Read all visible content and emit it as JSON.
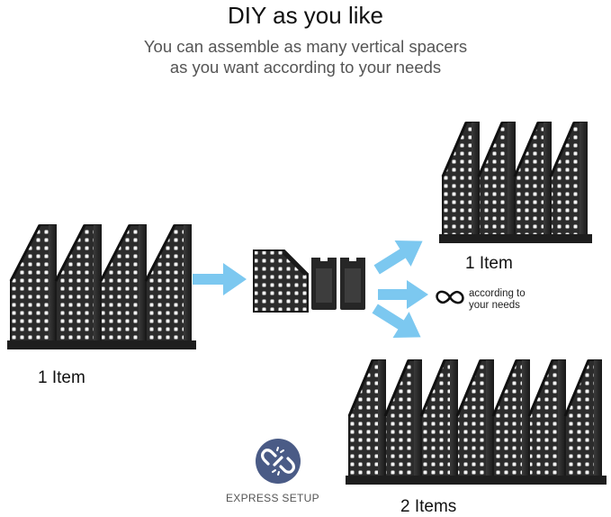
{
  "header": {
    "title": "DIY as you like",
    "subtitle_line1": "You can assemble as many vertical spacers",
    "subtitle_line2": "as you want according to your needs"
  },
  "labels": {
    "left_item": "1 Item",
    "top_right_item": "1 Item",
    "bottom_right_items": "2 Items",
    "infinity_line1": "according to",
    "infinity_line2": "your needs"
  },
  "badge": {
    "icon": "link-broken-icon",
    "label": "EXPRESS SETUP"
  },
  "colors": {
    "arrow": "#7cc8f0",
    "organizer": "#2a2a2a",
    "badge_bg": "#4a5b86"
  }
}
